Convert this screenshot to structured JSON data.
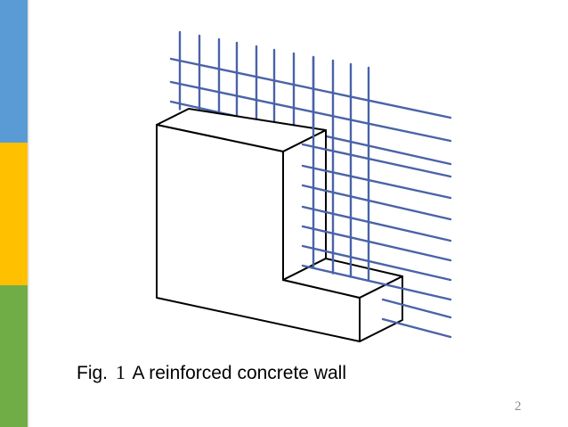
{
  "slide": {
    "caption_prefix": "Fig.",
    "caption_number": "1",
    "caption_text": "A reinforced concrete wall",
    "page_number": "2"
  },
  "colors": {
    "accent_blue": "#5b9bd5",
    "accent_yellow": "#ffc000",
    "accent_green": "#70ad47",
    "rebar": "#4a63a8",
    "outline": "#000000"
  },
  "diagram": {
    "subject": "reinforced concrete wall",
    "vertical_bar_count": 11,
    "horizontal_bar_count": 12
  }
}
